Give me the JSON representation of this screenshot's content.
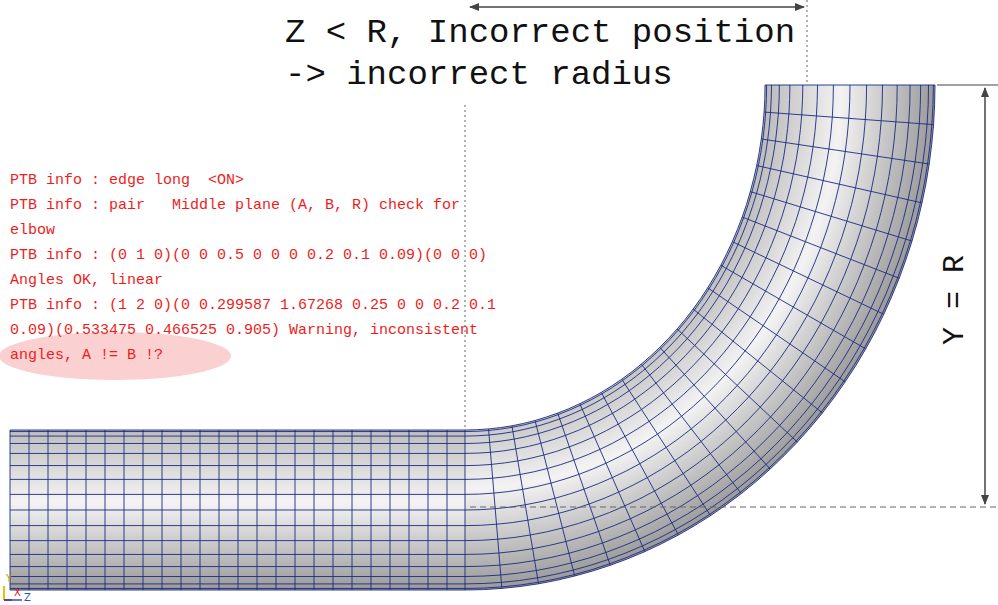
{
  "diagram": {
    "title": "Z < R, Incorrect position -> incorrect radius",
    "labels": [
      "PTB info : edge long  <ON>",
      "PTB info : pair   Middle plane (A, B, R) check for elbow",
      "PTB info : (0 1 0)(0 0 0.5 0 0 0 0.2 0.1 0.09)(0 0 0) Angles OK, linear",
      "PTB info : (1 2 0)(0 0.299587 1.67268 0.25 0 0 0.2 0.1 0.09)(0.533475 0.466525 0.905) Warning, inconsistent angles, A != B !?",
      "Y = R",
      "Y",
      "X",
      "Z"
    ]
  }
}
